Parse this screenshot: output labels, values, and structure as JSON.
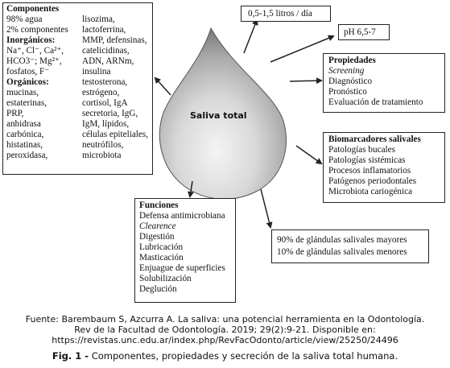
{
  "components": {
    "title": "Componentes",
    "left_col": [
      "98% agua",
      "2% componentes"
    ],
    "inorganicos_title": "Inorgánicos:",
    "inorganicos_lines": [
      "Na⁺, Cl⁻, Ca²⁺,",
      "HCO3⁻; Mg²⁺,",
      "fosfatos, F⁻"
    ],
    "organicos_title": "Orgánicos:",
    "organicos_lines": [
      "mucinas,",
      "estaterinas,",
      "PRP,",
      "anhidrasa",
      "carbónica,",
      "histatinas,",
      "peroxidasa,"
    ],
    "right_col": [
      "lisozima,",
      "lactoferrina,",
      "MMP, defensinas,",
      "catelicidinas,",
      "ADN, ARNm,",
      "insulina",
      "testosterona,",
      "estrógeno,",
      "cortisol, IgA",
      "secretoria, IgG,",
      "IgM, lípidos,",
      "células epiteliales,",
      "neutrófilos,",
      "microbiota"
    ]
  },
  "center_label": "Saliva total",
  "volume": "0,5-1,5 litros / día",
  "ph": "pH 6,5-7",
  "propiedades": {
    "title": "Propiedades",
    "items": [
      "Screening",
      "Diagnóstico",
      "Pronóstico",
      "Evaluación de tratamiento"
    ]
  },
  "biomarcadores": {
    "title": "Biomarcadores salivales",
    "items": [
      "Patologías bucales",
      "Patologías sistémicas",
      "Procesos inflamatorios",
      "Patógenos periodontales",
      "Microbiota cariogénica"
    ]
  },
  "funciones": {
    "title": "Funciones",
    "items": [
      "Defensa antimicrobiana",
      "Clearence",
      "Digestión",
      "Lubricación",
      "Masticación",
      "Enjuague de superficies",
      "Solubilización",
      "Deglución"
    ]
  },
  "glandulas": [
    "90% de glándulas salivales mayores",
    "10% de glándulas salivales menores"
  ],
  "caption": {
    "source_lines": [
      "Fuente: Barembaum S, Azcurra A. La saliva: una potencial herramienta en la Odontología.",
      "Rev de la Facultad de Odontología. 2019; 29(2):9-21. Disponible en:",
      "https://revistas.unc.edu.ar/index.php/RevFacOdonto/article/view/25250/24496"
    ],
    "fig_label": "Fig. 1 -",
    "fig_text": " Componentes, propiedades y secreción de la saliva total humana."
  }
}
